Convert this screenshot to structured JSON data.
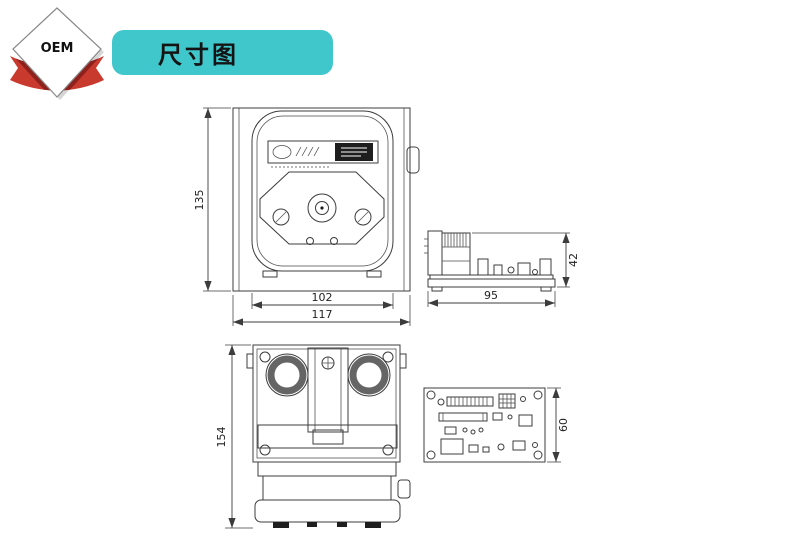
{
  "badge": {
    "label": "OEM"
  },
  "banner": {
    "title": "尺寸图"
  },
  "colors": {
    "banner_teal": "#3fc7cb",
    "ribbon_red": "#c8392e",
    "drawing_line": "#3c3c3c"
  },
  "drawings": {
    "front": {
      "dim_height": "135",
      "dim_width_head": "102",
      "dim_width_plate": "117"
    },
    "side": {
      "dim_width": "95",
      "dim_height": "42"
    },
    "rear": {
      "dim_height": "154"
    },
    "board": {
      "dim_height": "60"
    }
  }
}
